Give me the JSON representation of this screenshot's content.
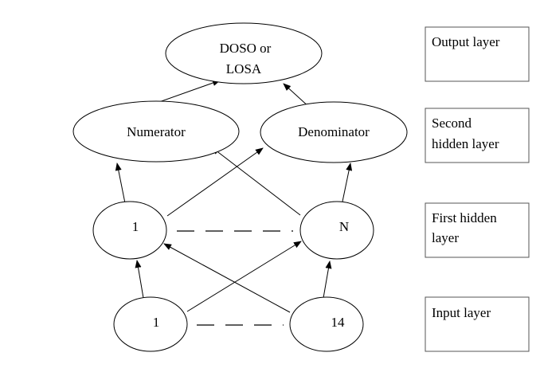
{
  "nodes": {
    "output": {
      "lines": [
        "DOSO or",
        "LOSA"
      ]
    },
    "numerator": {
      "label": "Numerator"
    },
    "denominator": {
      "label": "Denominator"
    },
    "hidden1_first": {
      "label": "1"
    },
    "hidden1_last": {
      "label": "N"
    },
    "input_first": {
      "label": "1"
    },
    "input_last": {
      "label": "14"
    }
  },
  "layer_labels": {
    "output": [
      "Output layer"
    ],
    "second_hidden": [
      "Second",
      "hidden layer"
    ],
    "first_hidden": [
      "First hidden",
      "layer"
    ],
    "input": [
      "Input layer"
    ]
  }
}
